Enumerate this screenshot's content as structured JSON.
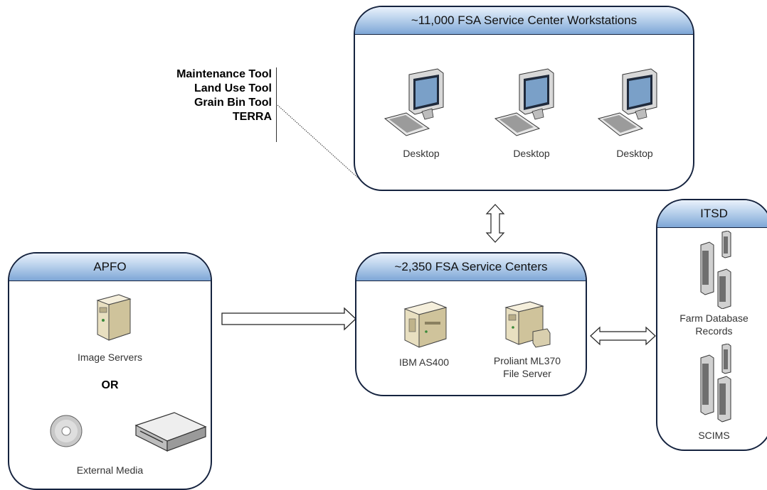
{
  "workstations": {
    "title": "~11,000 FSA Service Center Workstations",
    "desktops": [
      "Desktop",
      "Desktop",
      "Desktop"
    ],
    "tools": [
      "Maintenance Tool",
      "Land Use Tool",
      "Grain Bin Tool",
      "TERRA"
    ]
  },
  "service_centers": {
    "title": "~2,350 FSA Service Centers",
    "servers": [
      "IBM AS400",
      "Proliant ML370\nFile Server"
    ]
  },
  "apfo": {
    "title": "APFO",
    "image_servers": "Image Servers",
    "or_label": "OR",
    "external_media": "External Media"
  },
  "itsd": {
    "title": "ITSD",
    "farm_db": "Farm Database\nRecords",
    "scims": "SCIMS"
  },
  "colors": {
    "border": "#15233f",
    "header_top": "#e9f1fb",
    "header_bottom": "#7ea6d6"
  }
}
